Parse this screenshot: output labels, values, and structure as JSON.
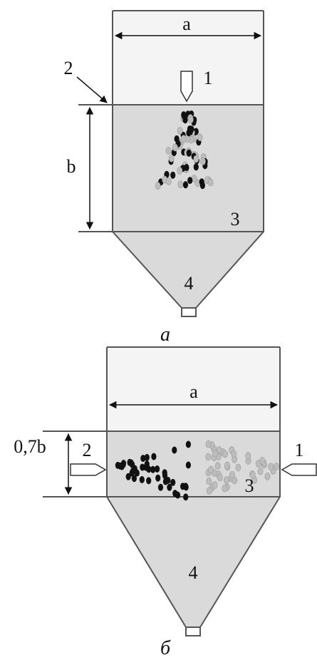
{
  "figure_a": {
    "caption": "а",
    "dim_width": "a",
    "dim_height": "b",
    "labels": {
      "nozzle": "1",
      "surface": "2",
      "chamber": "3",
      "cone": "4"
    }
  },
  "figure_b": {
    "caption": "б",
    "dim_width": "a",
    "dim_height": "0,7b",
    "labels": {
      "nozzle_right": "1",
      "nozzle_left": "2",
      "chamber": "3",
      "cone": "4"
    }
  },
  "colors": {
    "wall": "#555555",
    "liquid": "#dadada",
    "upper_zone": "#f4f4f4",
    "particle_dark": "#111111",
    "particle_light": "#bdbdbd"
  }
}
